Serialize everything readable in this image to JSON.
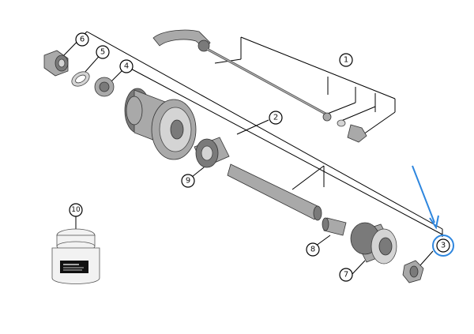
{
  "callouts": [
    {
      "id": "1",
      "label": "1"
    },
    {
      "id": "2",
      "label": "2"
    },
    {
      "id": "3",
      "label": "3"
    },
    {
      "id": "4",
      "label": "4"
    },
    {
      "id": "5",
      "label": "5"
    },
    {
      "id": "6",
      "label": "6"
    },
    {
      "id": "7",
      "label": "7"
    },
    {
      "id": "8",
      "label": "8"
    },
    {
      "id": "9",
      "label": "9"
    },
    {
      "id": "10",
      "label": "10"
    }
  ],
  "highlight": {
    "color": "#2e86de",
    "target": "3"
  },
  "icons": {
    "quick_release": "quick-release-skewer-icon",
    "hub_body": "hub-body-icon",
    "axle": "hub-axle-icon",
    "freehub": "freehub-body-icon",
    "grease_jar": "grease-jar-icon"
  }
}
